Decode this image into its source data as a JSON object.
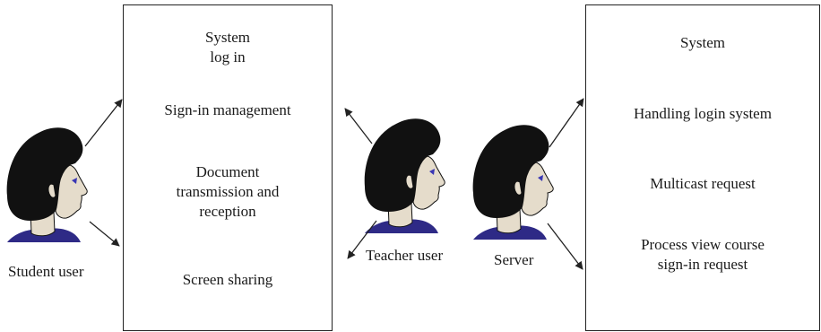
{
  "actors": {
    "student": {
      "label": "Student user"
    },
    "teacher": {
      "label": "Teacher user"
    },
    "server": {
      "label": "Server"
    }
  },
  "client_box": {
    "items": [
      "System\nlog in",
      "Sign-in management",
      "Document\ntransmission and\nreception",
      "Screen sharing"
    ]
  },
  "server_box": {
    "items": [
      "System",
      "Handling login system",
      "Multicast request",
      "Process view course\nsign-in request"
    ]
  },
  "colors": {
    "hair": "#111111",
    "skin": "#e5dccb",
    "shirt": "#2e2a86",
    "eye": "#3a37b4",
    "line": "#222222"
  },
  "icons": [
    "person-icon",
    "arrow-icon"
  ]
}
